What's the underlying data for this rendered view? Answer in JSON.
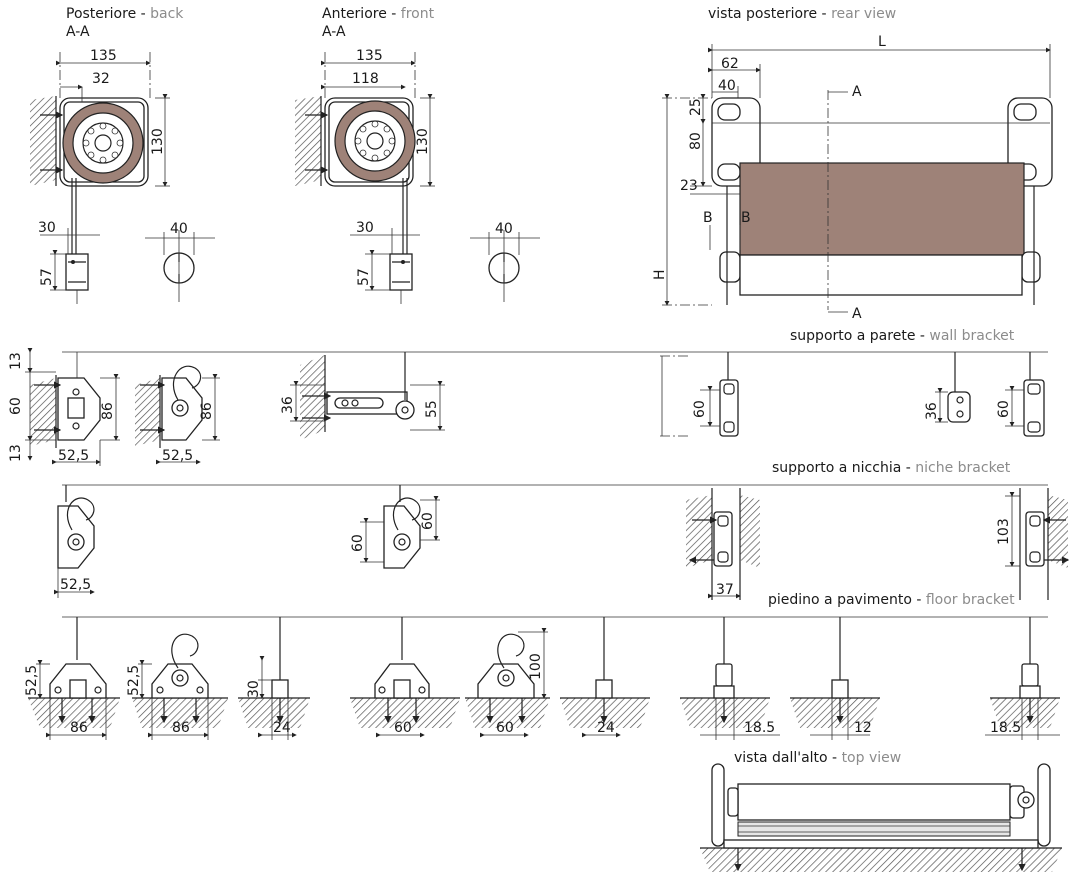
{
  "labels": {
    "back_title": "Posteriore",
    "back_title_en": "back",
    "back_section": "A-A",
    "front_title": "Anteriore",
    "front_title_en": "front",
    "front_section": "A-A",
    "rear_view": "vista posteriore",
    "rear_view_en": "rear view",
    "wall_bracket": "supporto a parete",
    "wall_bracket_en": "wall bracket",
    "niche_bracket": "supporto a nicchia",
    "niche_bracket_en": "niche bracket",
    "floor_bracket": "piedino a pavimento",
    "floor_bracket_en": "floor bracket",
    "top_view": "vista dall'alto",
    "top_view_en": "top view",
    "separator": " - "
  },
  "dims": {
    "back_width": "135",
    "back_offset": "32",
    "back_height": "130",
    "back_cord_30": "30",
    "back_cord_57": "57",
    "back_pulley_40": "40",
    "front_width": "135",
    "front_offset": "118",
    "front_height": "130",
    "front_cord_30": "30",
    "front_cord_57": "57",
    "front_pulley_40": "40",
    "rear_L": "L",
    "rear_62": "62",
    "rear_40": "40",
    "rear_25": "25",
    "rear_80": "80",
    "rear_23": "23",
    "rear_H": "H",
    "rear_B_left": "B",
    "rear_B_right": "B",
    "rear_A_top": "A",
    "rear_A_bottom": "A",
    "wall_13_top": "13",
    "wall_60": "60",
    "wall_13_bottom": "13",
    "wall_52_5_a": "52,5",
    "wall_86_a": "86",
    "wall_52_5_b": "52,5",
    "wall_86_b": "86",
    "wall_36": "36",
    "wall_55": "55",
    "wall_60_b": "60",
    "wall_36_b": "36",
    "wall_60_c": "60",
    "niche_52_5": "52,5",
    "niche_60_a": "60",
    "niche_60_b": "60",
    "niche_37": "37",
    "niche_103": "103",
    "floor_52_5_a": "52,5",
    "floor_86_a": "86",
    "floor_52_5_b": "52,5",
    "floor_86_b": "86",
    "floor_30": "30",
    "floor_24_a": "24",
    "floor_60_a": "60",
    "floor_100": "100",
    "floor_60_b": "60",
    "floor_24_b": "24",
    "floor_18_5_a": "18.5",
    "floor_12": "12",
    "floor_18_5_b": "18.5"
  },
  "colors": {
    "fabric": "#9e8278",
    "lines": "#222222",
    "english_text": "#8c8c8c"
  }
}
